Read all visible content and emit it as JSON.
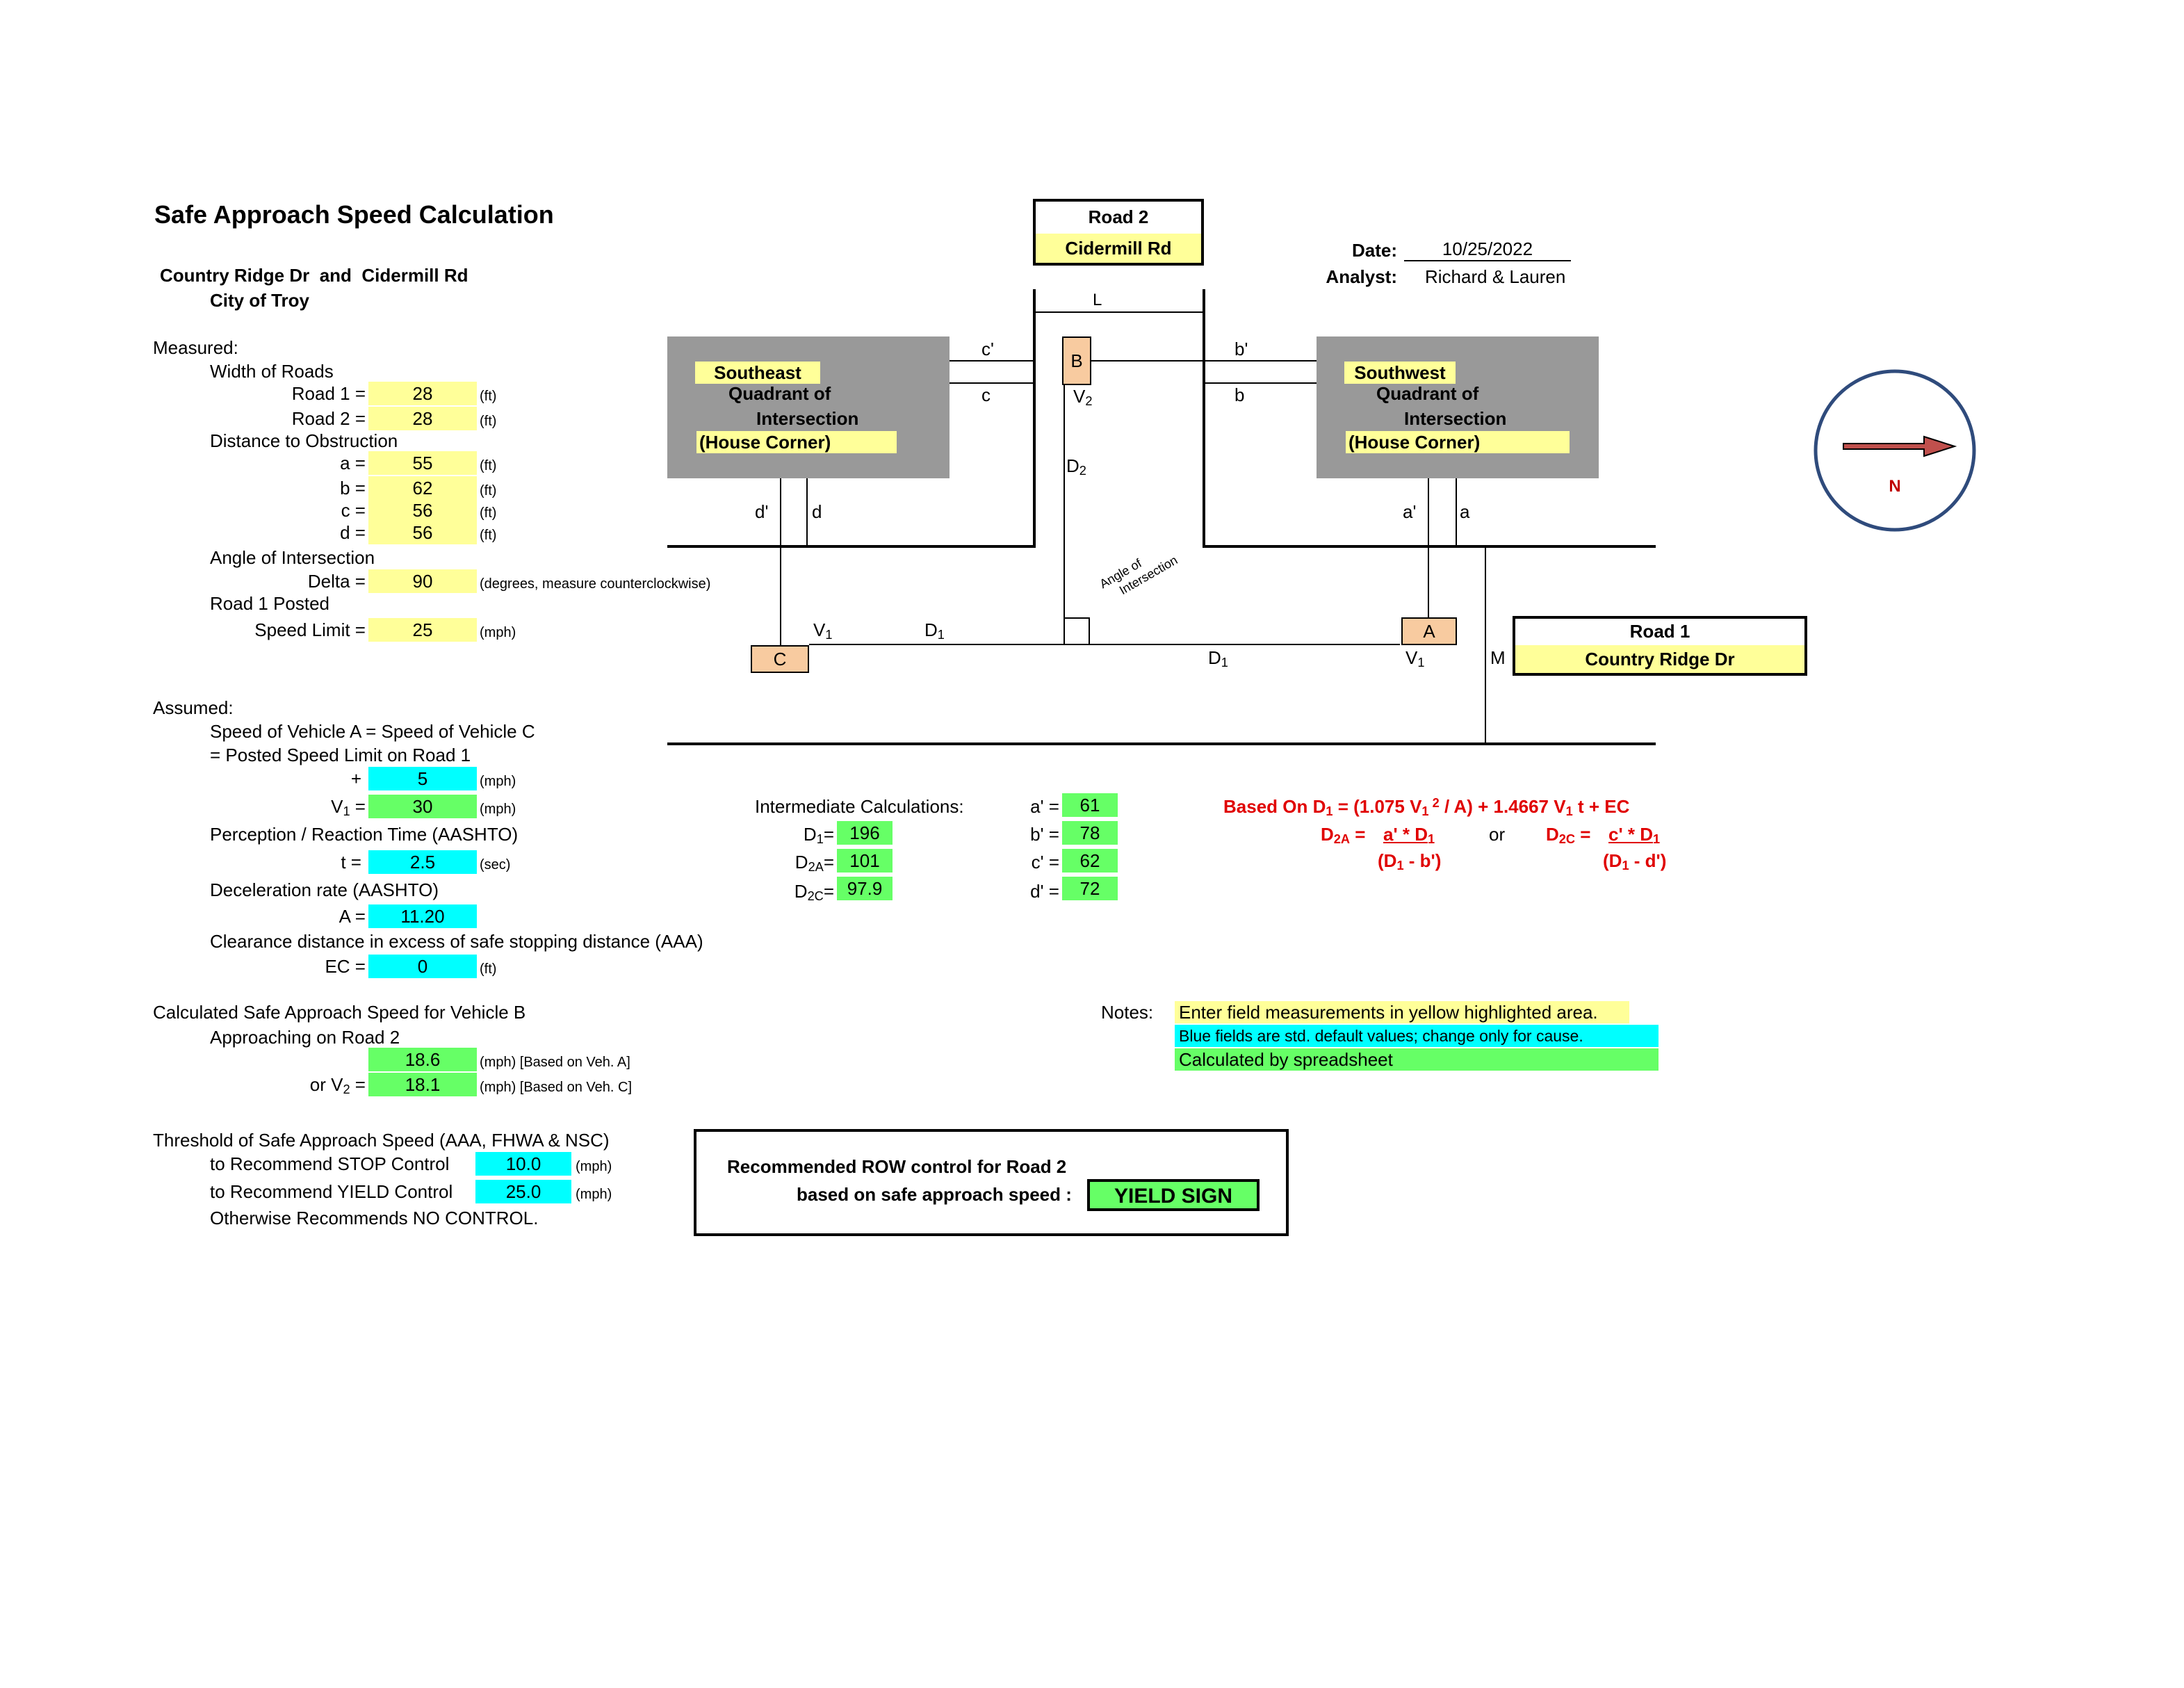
{
  "title": "Safe Approach Speed Calculation",
  "location": {
    "road1_name": "Country Ridge Dr",
    "and_word": "and",
    "road2_name": "Cidermill Rd",
    "city": "City of Troy"
  },
  "header": {
    "date_label": "Date:",
    "date": "10/25/2022",
    "analyst_label": "Analyst:",
    "analyst": "Richard & Lauren"
  },
  "measured": {
    "heading": "Measured:",
    "width_label": "Width of Roads",
    "road1_label": "Road 1 =",
    "road1_value": "28",
    "road2_label": "Road 2 =",
    "road2_value": "28",
    "distance_label": "Distance to Obstruction",
    "a_label": "a =",
    "a_value": "55",
    "b_label": "b =",
    "b_value": "62",
    "c_label": "c =",
    "c_value": "56",
    "d_label": "d =",
    "d_value": "56",
    "angle_label": "Angle of Intersection",
    "delta_label": "Delta =",
    "delta_value": "90",
    "delta_unit": "(degrees, measure counterclockwise)",
    "posted_label": "Road 1 Posted",
    "speed_label": "Speed Limit =",
    "speed_value": "25",
    "unit_ft": "(ft)",
    "unit_mph": "(mph)",
    "unit_sec": "(sec)"
  },
  "assumed": {
    "heading": "Assumed:",
    "line1": "Speed of Vehicle A = Speed of Vehicle C",
    "line2": "= Posted Speed Limit on Road 1",
    "plus_label": "+",
    "plus_value": "5",
    "v1_value": "30",
    "prt_label": "Perception / Reaction Time (AASHTO)",
    "t_label": "t =",
    "t_value": "2.5",
    "decel_label": "Deceleration rate (AASHTO)",
    "A_label": "A =",
    "A_value": "11.20",
    "clear_label": "Clearance distance in excess of safe stopping distance (AAA)",
    "ec_label": "EC =",
    "ec_value": "0"
  },
  "calculated": {
    "heading": "Calculated Safe Approach Speed for Vehicle B",
    "sub": "Approaching on Road 2",
    "v2a_value": "18.6",
    "v2a_unit": "(mph) [Based on Veh. A]",
    "or_label": "or",
    "v2c_value": "18.1",
    "v2c_unit": "(mph) [Based on Veh. C]"
  },
  "threshold": {
    "heading": "Threshold of Safe Approach Speed (AAA, FHWA & NSC)",
    "stop_label": "to Recommend STOP Control",
    "stop_value": "10.0",
    "yield_label": "to Recommend YIELD Control",
    "yield_value": "25.0",
    "otherwise": "Otherwise Recommends NO CONTROL."
  },
  "recommendation": {
    "line1": "Recommended ROW control for Road 2",
    "line2": "based on safe approach speed :",
    "value": "YIELD SIGN"
  },
  "intermediate": {
    "heading": "Intermediate Calculations:",
    "d1_value": "196",
    "d2a_value": "101",
    "d2c_value": "97.9",
    "ap_label": "a' =",
    "ap_value": "61",
    "bp_label": "b' =",
    "bp_value": "78",
    "cp_label": "c' =",
    "cp_value": "62",
    "dp_label": "d' =",
    "dp_value": "72"
  },
  "formula": {
    "based_on": "Based On",
    "d2a_num": "a' * D",
    "d2a_den_a": "(D",
    "d2a_den_b": " - b')",
    "or_text": "or",
    "d2c_num": "c' * D",
    "d2c_den_a": "(D",
    "d2c_den_b": " - d')"
  },
  "notes": {
    "label": "Notes:",
    "yellow": "Enter field measurements in yellow highlighted area.",
    "blue": "Blue fields are std. default values; change only for cause.",
    "green": "Calculated by spreadsheet"
  },
  "diagram": {
    "road2_title": "Road 2",
    "road2_name": "Cidermill Rd",
    "road1_title": "Road 1",
    "road1_name": "Country Ridge Dr",
    "se_title": "Southeast",
    "se_line2": "Quadrant of",
    "se_line3": "Intersection",
    "se_line4": "(House Corner)",
    "sw_title": "Southwest",
    "sw_line2": "Quadrant of",
    "sw_line3": "Intersection",
    "sw_line4": "(House Corner)",
    "veh_a": "A",
    "veh_b": "B",
    "veh_c": "C",
    "lbl_L": "L",
    "lbl_M": "M",
    "lbl_cp": "c'",
    "lbl_c": "c",
    "lbl_bp": "b'",
    "lbl_b": "b",
    "lbl_dp": "d'",
    "lbl_d": "d",
    "lbl_ap": "a'",
    "lbl_a": "a",
    "lbl_V": "V",
    "lbl_D": "D",
    "angle_text_1": "Angle of",
    "angle_text_2": "Intersection",
    "north": "N",
    "colors": {
      "yellow": "#ffff99",
      "cyan": "#00ffff",
      "green": "#66ff66",
      "peach": "#f8cba0",
      "gray": "#999999",
      "red": "#e00000",
      "compass": "#2f4b7c",
      "arrow": "#c0504d"
    }
  }
}
